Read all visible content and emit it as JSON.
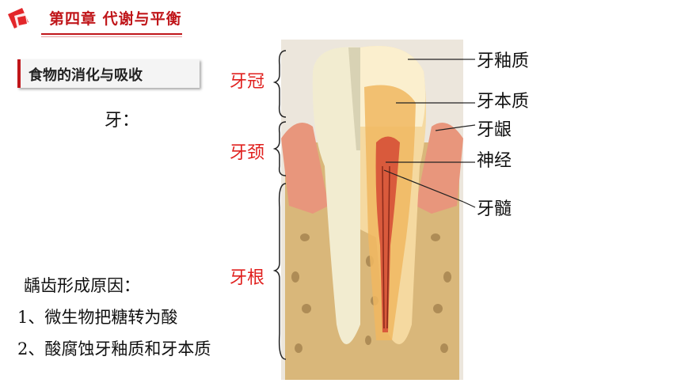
{
  "header": {
    "chapter_title": "第四章 代谢与平衡"
  },
  "section": {
    "label": "食物的消化与吸收"
  },
  "main": {
    "tooth_label": "牙："
  },
  "diagram": {
    "region_labels": [
      "牙冠",
      "牙颈",
      "牙根"
    ],
    "part_labels": [
      "牙釉质",
      "牙本质",
      "牙龈",
      "神经",
      "牙髓"
    ]
  },
  "caries": {
    "title": "龋齿形成原因：",
    "causes": [
      "1、微生物把糖转为酸",
      "2、酸腐蚀牙釉质和牙本质"
    ]
  },
  "colors": {
    "accent": "#c0161a",
    "label_red": "#e0201e"
  }
}
